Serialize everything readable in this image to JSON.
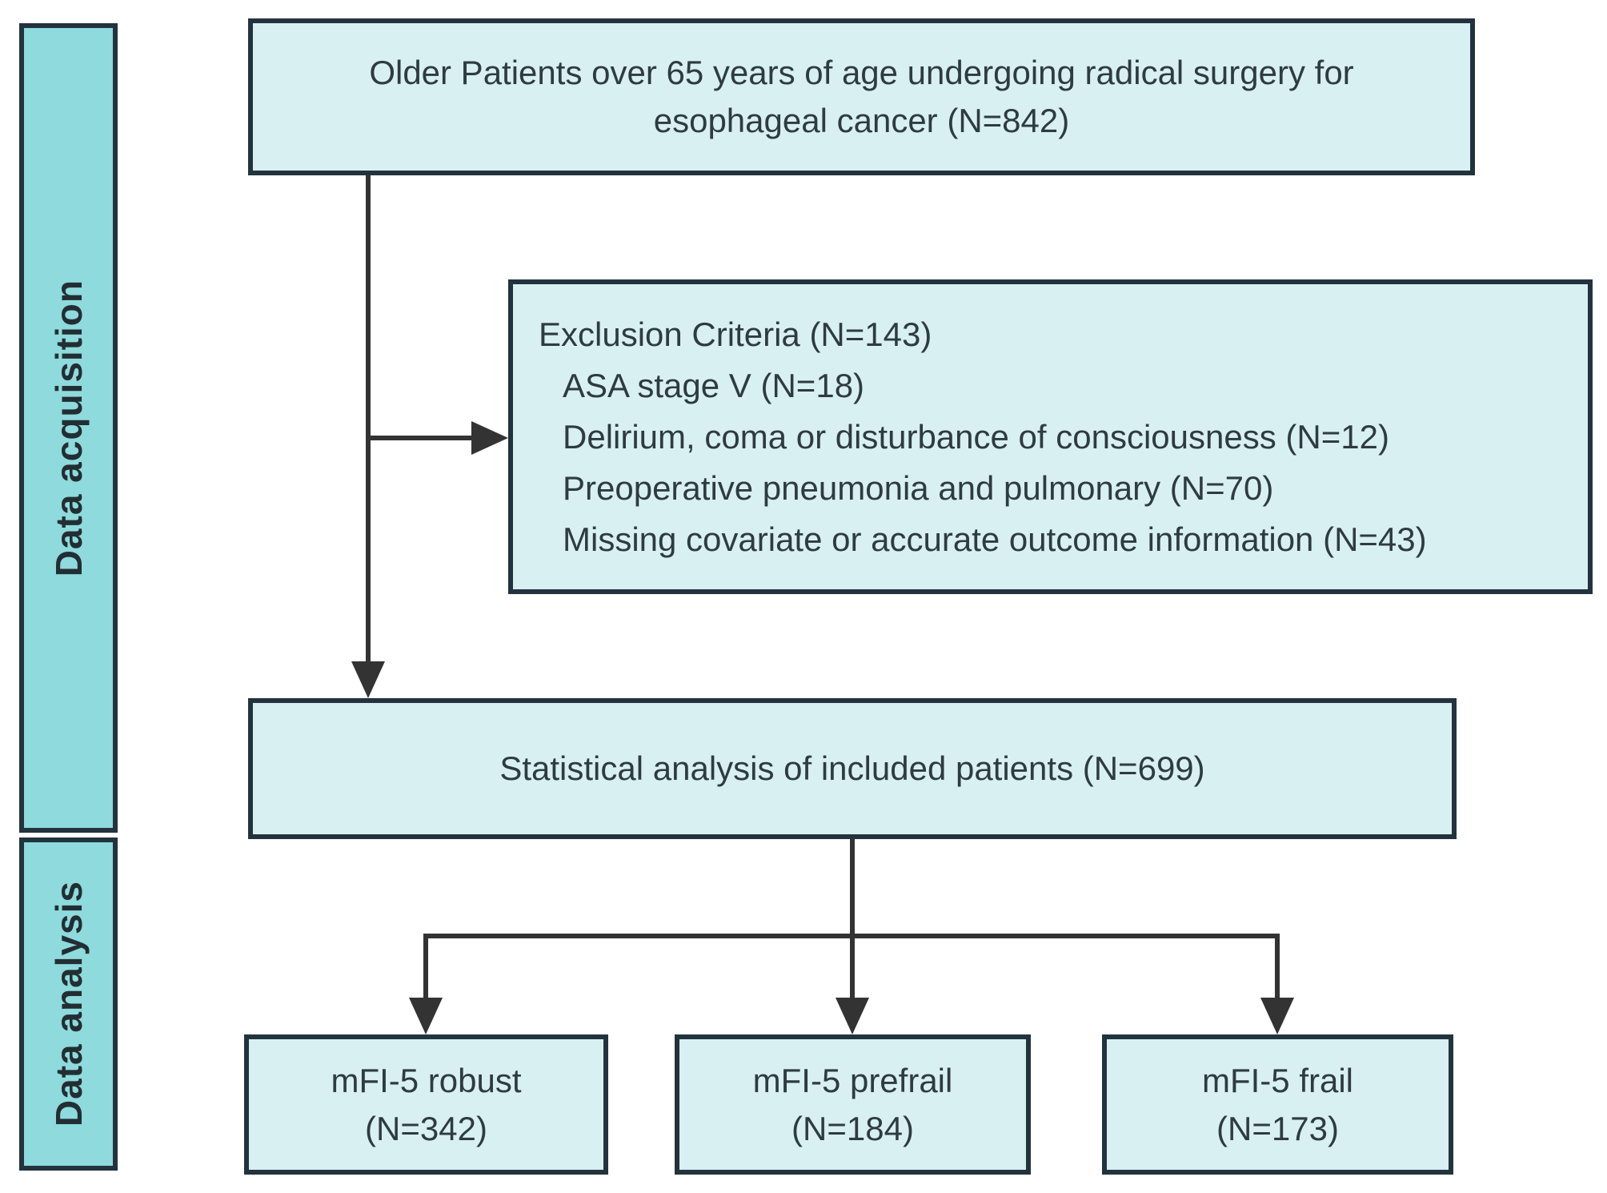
{
  "colors": {
    "canvas-bg": "#ffffff",
    "box-fill": "#d9f0f2",
    "sidebar-fill": "#8edadd",
    "border": "#22333d",
    "line": "#333333",
    "text": "#2e3b40"
  },
  "sidebar": {
    "acquisition_label": "Data acquisition",
    "analysis_label": "Data analysis"
  },
  "boxes": {
    "population": {
      "lines": [
        "Older Patients over 65 years of age undergoing radical surgery for",
        "esophageal cancer (N=842)"
      ],
      "n": 842
    },
    "exclusion": {
      "title": "Exclusion Criteria (N=143)",
      "n": 143,
      "items": [
        "ASA stage V (N=18)",
        "Delirium, coma or disturbance of consciousness (N=12)",
        "Preoperative pneumonia and pulmonary (N=70)",
        "Missing covariate or accurate outcome information (N=43)"
      ]
    },
    "included": {
      "label": "Statistical analysis of included patients (N=699)",
      "n": 699
    },
    "groups": [
      {
        "lines": [
          "mFI-5 robust",
          "(N=342)"
        ],
        "n": 342
      },
      {
        "lines": [
          "mFI-5 prefrail",
          "(N=184)"
        ],
        "n": 184
      },
      {
        "lines": [
          "mFI-5 frail",
          "(N=173)"
        ],
        "n": 173
      }
    ]
  }
}
